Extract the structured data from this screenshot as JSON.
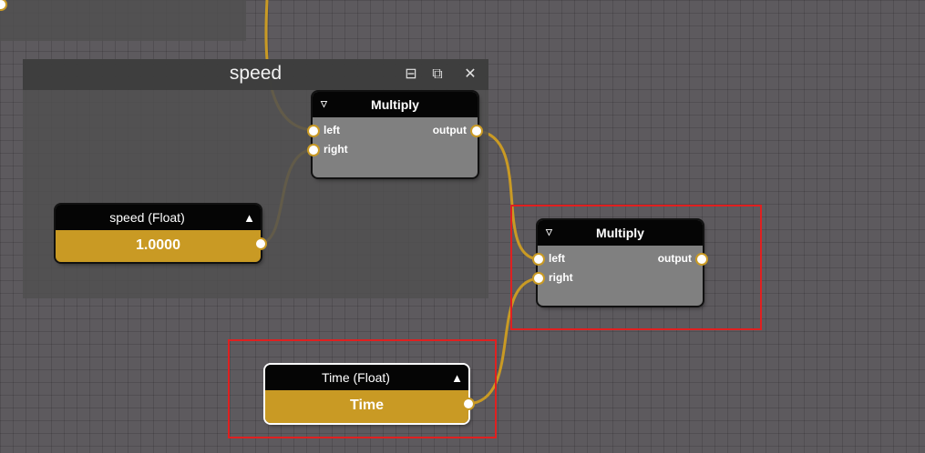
{
  "colors": {
    "canvas": "#5d5a5e",
    "wire": "#c99a24",
    "node_body": "#808080",
    "node_header": "#050505",
    "value_body": "#c99a24",
    "highlight": "#e02020"
  },
  "group": {
    "title": "speed",
    "icons": [
      "minimize-icon",
      "pop-out-icon",
      "close-icon"
    ],
    "minimize_glyph": "⊟",
    "popout_glyph": "⧉",
    "close_glyph": "✕"
  },
  "nodes": {
    "multiply1": {
      "title": "Multiply",
      "collapse_glyph": "▽",
      "inputs": [
        "left",
        "right"
      ],
      "output": "output"
    },
    "multiply2": {
      "title": "Multiply",
      "collapse_glyph": "▽",
      "inputs": [
        "left",
        "right"
      ],
      "output": "output"
    },
    "speed_float": {
      "title": "speed (Float)",
      "value": "1.0000",
      "toggle_glyph": "▲"
    },
    "time_float": {
      "title": "Time (Float)",
      "value": "Time",
      "toggle_glyph": "▲"
    }
  }
}
